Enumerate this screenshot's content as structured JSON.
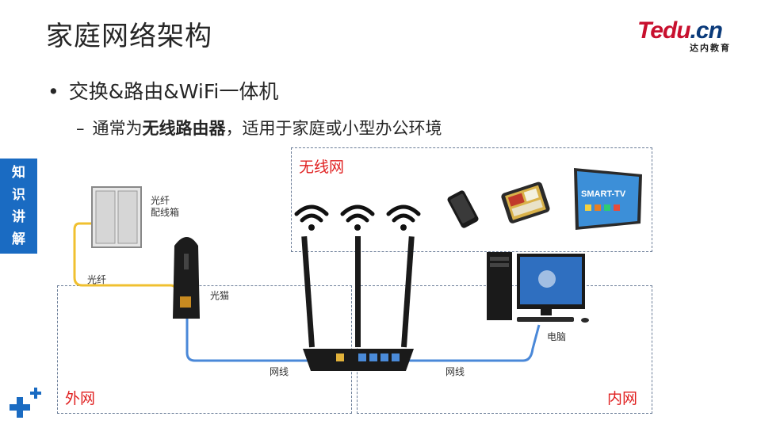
{
  "title": "家庭网络架构",
  "logo": {
    "brand": "Tedu",
    "suffix": ".cn",
    "subtitle": "达内教育"
  },
  "bullets": {
    "level1": "交换&路由&WiFi一体机",
    "level2_prefix": "通常为",
    "level2_bold": "无线路由器",
    "level2_suffix": "，适用于家庭或小型办公环境"
  },
  "side_tab": {
    "chars": [
      "知",
      "识",
      "讲",
      "解"
    ]
  },
  "zones": {
    "wireless": "无线网",
    "external": "外网",
    "internal": "内网"
  },
  "labels": {
    "fiber_box": "光纤\n配线箱",
    "fiber": "光纤",
    "optical_modem": "光猫",
    "cable_left": "网线",
    "cable_right": "网线",
    "computer": "电脑",
    "tv_text": "SMART-TV"
  },
  "colors": {
    "accent_blue": "#1a6bc2",
    "zone_label_red": "#e02020",
    "fiber_yellow": "#f0c030",
    "cable_blue": "#4a88d8",
    "logo_red": "#c8102e"
  }
}
